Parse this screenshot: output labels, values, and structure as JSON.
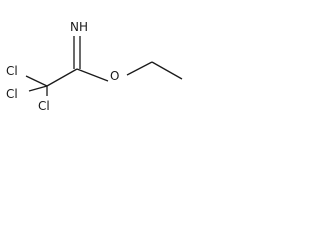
{
  "molecule": {
    "atoms": {
      "imine": "NH",
      "cl_top": "Cl",
      "cl_mid": "Cl",
      "cl_bottom": "Cl",
      "oxygen": "O"
    }
  }
}
